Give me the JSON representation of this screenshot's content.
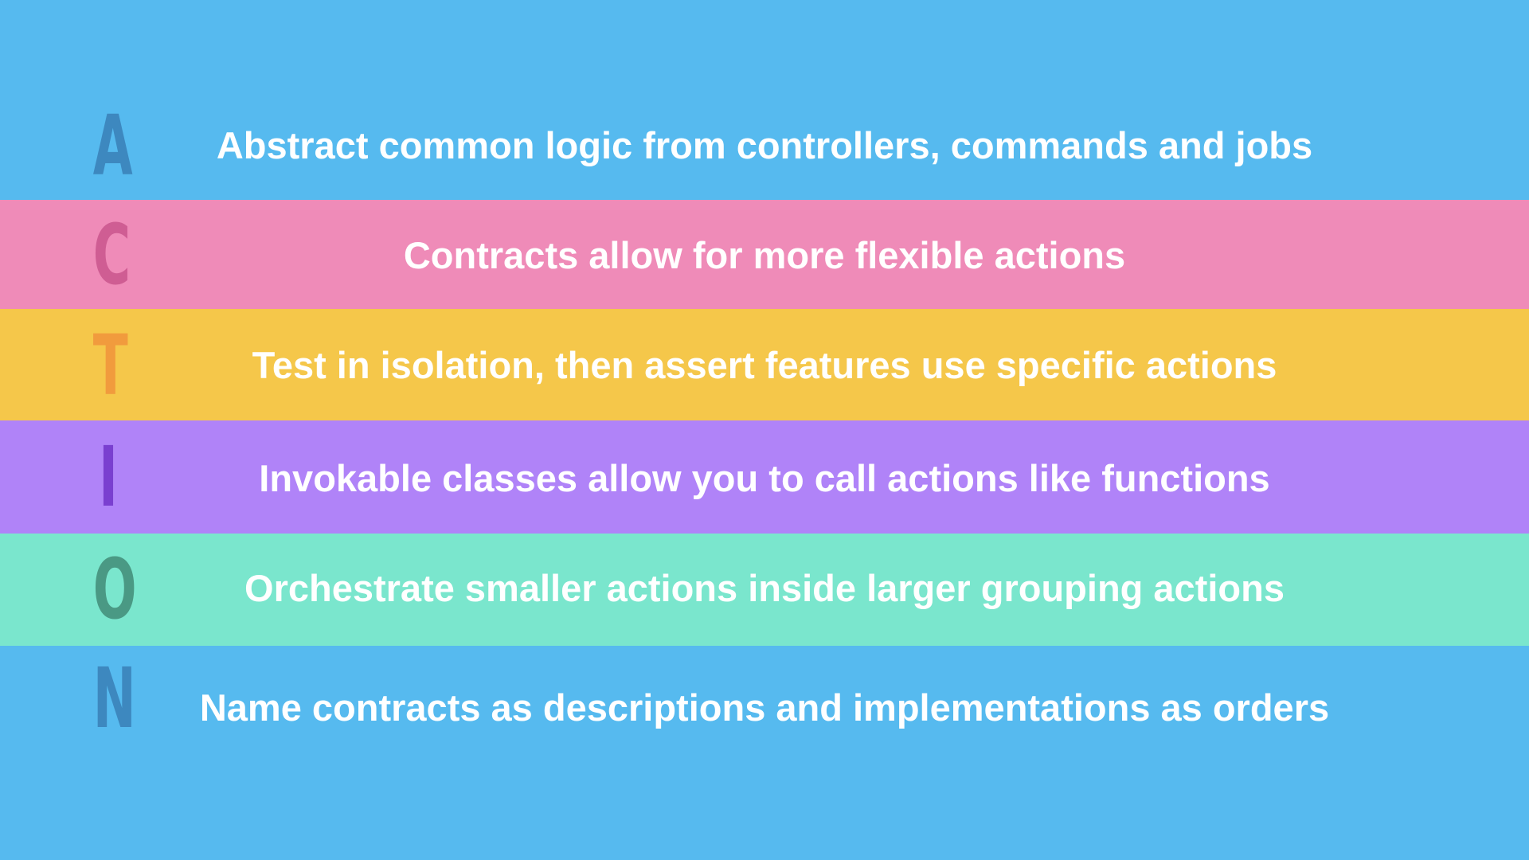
{
  "colors": {
    "background": "#56baef",
    "row_a_bg": "#56baef",
    "row_c_bg": "#ef8bb8",
    "row_t_bg": "#f5c74a",
    "row_i_bg": "#b083f8",
    "row_o_bg": "#7ae6cd",
    "row_n_bg": "#56baef",
    "letter_a": "#3d88bf",
    "letter_c": "#cf5d93",
    "letter_t": "#f19b3d",
    "letter_i": "#7a3fd0",
    "letter_o": "#4a9984",
    "letter_n": "#3d88bf",
    "text": "#ffffff"
  },
  "rows": [
    {
      "letter": "A",
      "text": "Abstract common logic from controllers, commands and jobs"
    },
    {
      "letter": "C",
      "text": "Contracts allow for more flexible actions"
    },
    {
      "letter": "T",
      "text": "Test in isolation, then assert features use specific actions"
    },
    {
      "letter": "I",
      "text": "Invokable classes allow you to call actions like functions"
    },
    {
      "letter": "O",
      "text": "Orchestrate smaller actions inside larger grouping actions"
    },
    {
      "letter": "N",
      "text": "Name contracts as descriptions and implementations as orders"
    }
  ]
}
